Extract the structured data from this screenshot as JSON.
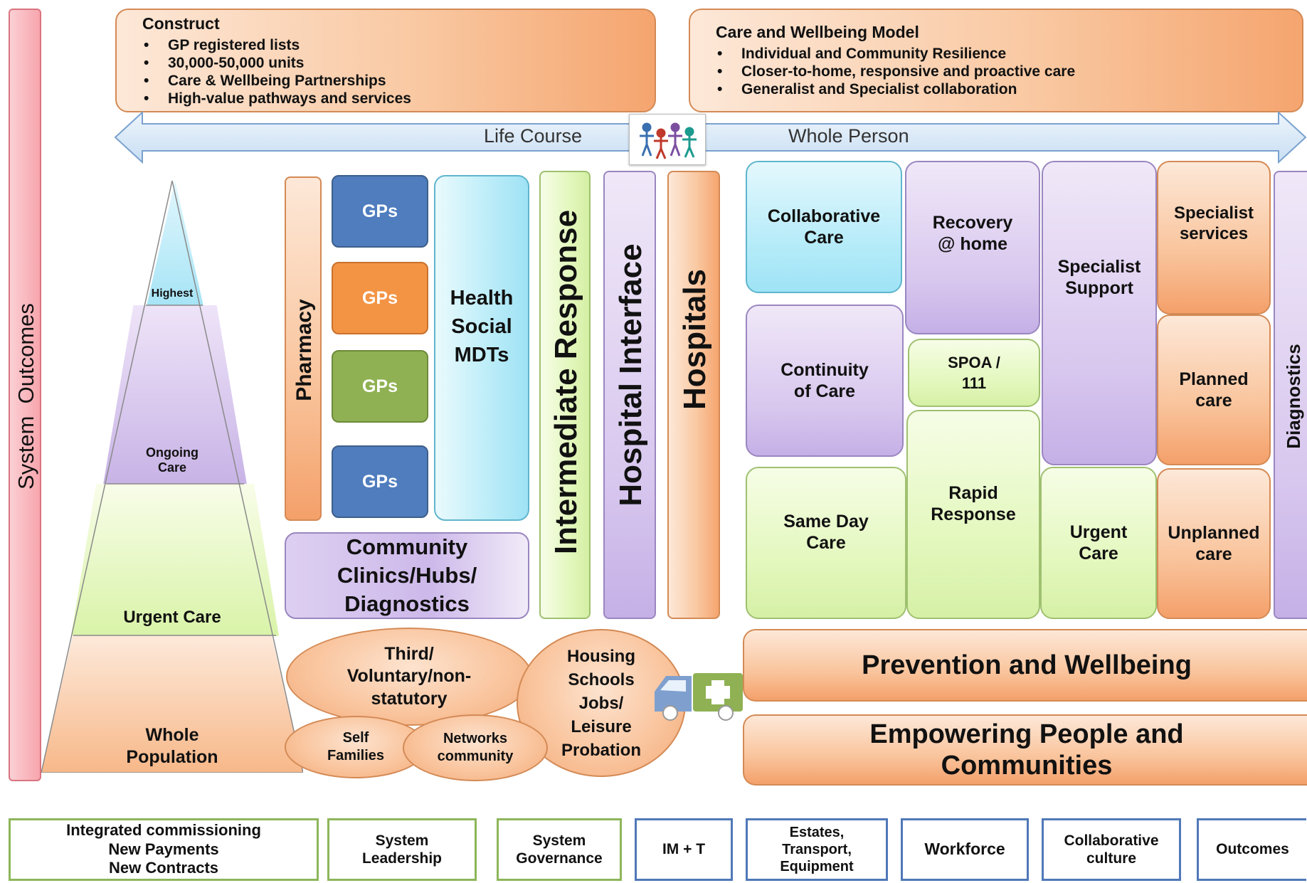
{
  "construct": {
    "title": "Construct",
    "bullets": [
      "GP registered lists",
      "30,000-50,000 units",
      "Care & Wellbeing Partnerships",
      "High-value pathways and services"
    ]
  },
  "care_model": {
    "title": "Care and Wellbeing Model",
    "bullets": [
      "Individual and Community  Resilience",
      "Closer-to-home, responsive and proactive care",
      "Generalist and Specialist collaboration"
    ]
  },
  "arrow": {
    "left": "Life Course",
    "right": "Whole Person"
  },
  "side_label": "System  Outcomes",
  "pyramid": {
    "top": "Highest",
    "ongoing": "Ongoing Care",
    "urgent": "Urgent Care",
    "whole": "Whole Population"
  },
  "left_block": {
    "pharmacy": "Pharmacy",
    "gps": [
      "GPs",
      "GPs",
      "GPs",
      "GPs"
    ],
    "gp_colors": [
      "#4f7dbe",
      "#f39445",
      "#8fb153",
      "#4f7dbe"
    ],
    "mdts": "Health Social MDTs",
    "community": "Community Clinics/Hubs/ Diagnostics",
    "intermediate": "Intermediate Response",
    "interface": "Hospital Interface",
    "hospitals": "Hospitals"
  },
  "right_grid": {
    "collaborative": "Collaborative Care",
    "recovery": "Recovery @ home",
    "specialist_support": "Specialist Support",
    "specialist_services": "Specialist services",
    "continuity": "Continuity of Care",
    "spoa": "SPOA / 111",
    "planned": "Planned care",
    "same_day": "Same Day Care",
    "rapid": "Rapid Response",
    "urgent": "Urgent Care",
    "unplanned": "Unplanned care",
    "diagnostics": "Diagnostics"
  },
  "ovals": {
    "third": "Third/ Voluntary/non-statutory",
    "housing": "Housing Schools Jobs/ Leisure Probation",
    "self": "Self Families",
    "networks": "Networks community"
  },
  "bands": {
    "prevention": "Prevention and Wellbeing",
    "empowering": "Empowering People and Communities"
  },
  "footer": [
    "Integrated commissioning\nNew Payments\nNew Contracts",
    "System\nLeadership",
    "System\nGovernance",
    "IM + T",
    "Estates,\nTransport,\nEquipment",
    "Workforce",
    "Collaborative\nculture",
    "Outcomes"
  ]
}
